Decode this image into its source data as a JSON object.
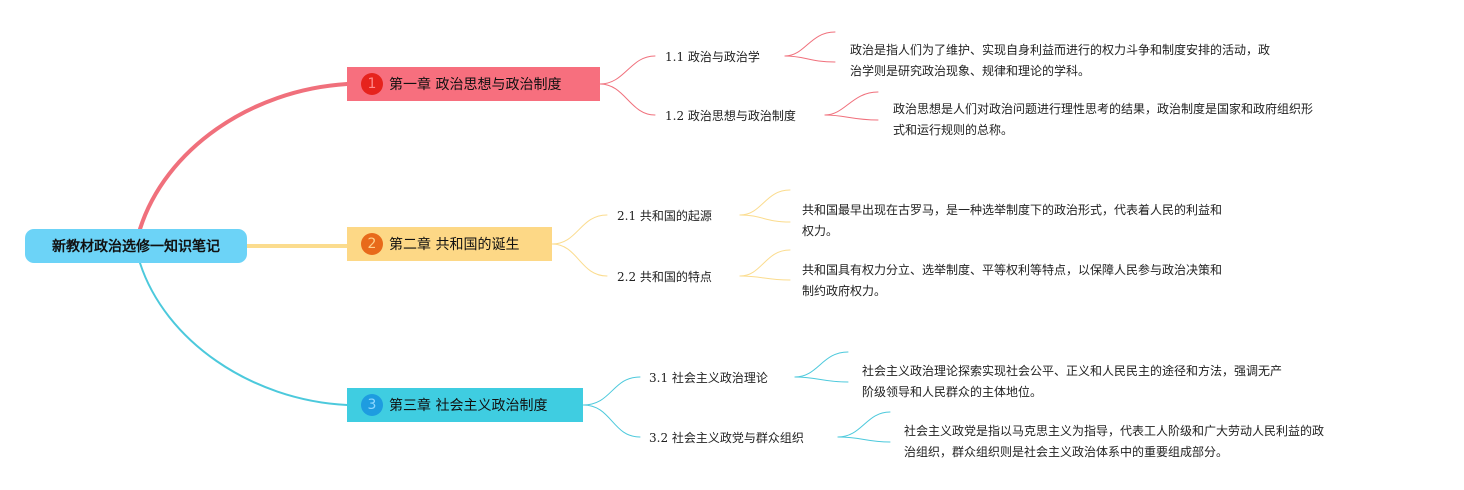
{
  "root": {
    "label": "新教材政治选修一知识笔记",
    "color": "#6cd3f7"
  },
  "chapters": [
    {
      "badge": "1",
      "title": "第一章 政治思想与政治制度",
      "color": "#f76f7e",
      "badge_color": "#e6231d",
      "badge_text_color": "#ff8a8a",
      "line_color": "#f0707c",
      "subs": [
        {
          "num": "1.1",
          "title": "政治与政治学",
          "lines": [
            "政治是指人们为了维护、实现自身利益而进行的权力斗争和制度安排的活动，政",
            "治学则是研究政治现象、规律和理论的学科。"
          ]
        },
        {
          "num": "1.2",
          "title": "政治思想与政治制度",
          "lines": [
            "政治思想是人们对政治问题进行理性思考的结果，政治制度是国家和政府组织形",
            "式和运行规则的总称。"
          ]
        }
      ]
    },
    {
      "badge": "2",
      "title": "第二章 共和国的诞生",
      "color": "#fdd886",
      "badge_color": "#e86a1a",
      "badge_text_color": "#ffd08a",
      "line_color": "#fbdc8e",
      "subs": [
        {
          "num": "2.1",
          "title": "共和国的起源",
          "lines": [
            "共和国最早出现在古罗马，是一种选举制度下的政治形式，代表着人民的利益和",
            "权力。"
          ]
        },
        {
          "num": "2.2",
          "title": "共和国的特点",
          "lines": [
            "共和国具有权力分立、选举制度、平等权利等特点，以保障人民参与政治决策和",
            "制约政府权力。"
          ]
        }
      ]
    },
    {
      "badge": "3",
      "title": "第三章 社会主义政治制度",
      "color": "#3fcde1",
      "badge_color": "#1e9ce0",
      "badge_text_color": "#8fd8ff",
      "line_color": "#4cc9dc",
      "subs": [
        {
          "num": "3.1",
          "title": "社会主义政治理论",
          "lines": [
            "社会主义政治理论探索实现社会公平、正义和人民民主的途径和方法，强调无产",
            "阶级领导和人民群众的主体地位。"
          ]
        },
        {
          "num": "3.2",
          "title": "社会主义政党与群众组织",
          "lines": [
            "社会主义政党是指以马克思主义为指导，代表工人阶级和广大劳动人民利益的政",
            "治组织，群众组织则是社会主义政治体系中的重要组成部分。"
          ]
        }
      ]
    }
  ]
}
